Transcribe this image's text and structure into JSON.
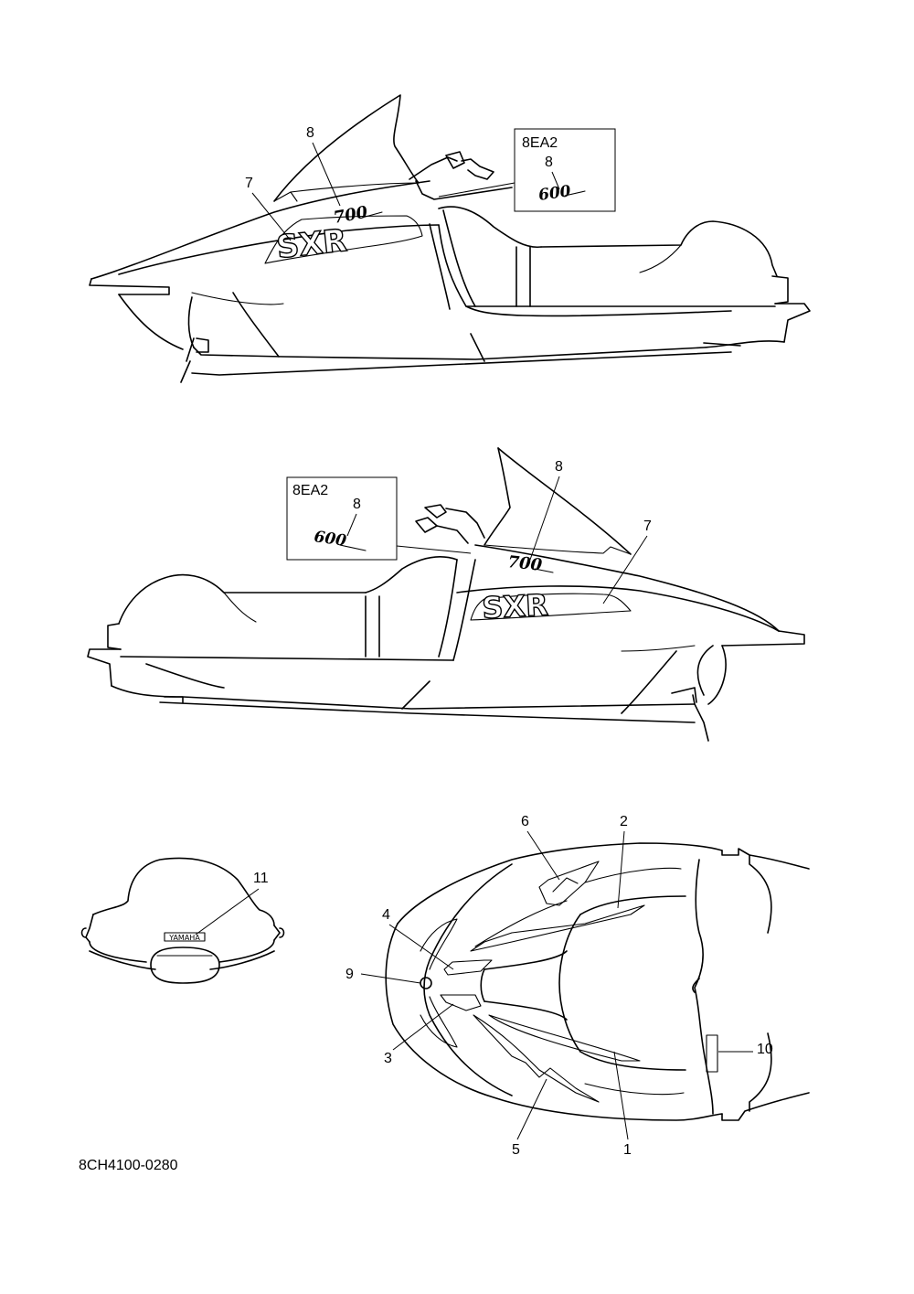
{
  "diagram": {
    "reference_code": "8CH4100-0280",
    "variant_label": "8EA2",
    "callouts": {
      "part_1": "1",
      "part_2": "2",
      "part_3": "3",
      "part_4": "4",
      "part_5": "5",
      "part_6": "6",
      "part_7": "7",
      "part_8": "8",
      "part_9": "9",
      "part_10": "10",
      "part_11": "11"
    },
    "decal_text": {
      "model_700": "700",
      "model_600": "600",
      "emblem_sxr": "SXR",
      "windshield_brand": "YAMAHA"
    }
  }
}
